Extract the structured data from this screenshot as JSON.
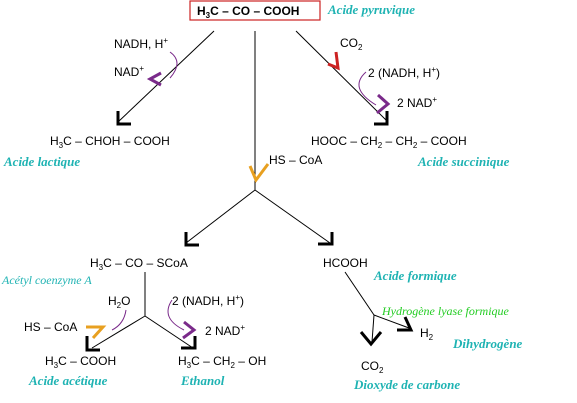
{
  "colors": {
    "name": "#1fb3b3",
    "cofactor": "#7a2a8a",
    "coa": "#e8a020",
    "enzyme": "#22cc22",
    "box": "#cc2222"
  },
  "pyruvate": {
    "formula": {
      "a": "H",
      "a_sub": "3",
      "b": "C – CO – COOH"
    },
    "name": "Acide pyruvique"
  },
  "lactic_branch": {
    "cofactor_in": {
      "text": "NADH, H",
      "sup": "+"
    },
    "cofactor_out": {
      "text": "NAD",
      "sup": "+"
    },
    "product": {
      "a": "H",
      "a_sub": "3",
      "b": "C – CHOH – COOH"
    },
    "name": "Acide lactique"
  },
  "succinic_branch": {
    "co2": {
      "text": "CO",
      "sub": "2"
    },
    "cofactor_in": {
      "text": "2 (NADH, H",
      "sup": "+",
      "end": ")"
    },
    "cofactor_out": {
      "text": "2 NAD",
      "sup": "+"
    },
    "product": {
      "p1": "HOOC – CH",
      "s1": "2",
      "p2": " – CH",
      "s2": "2",
      "p3": " – COOH"
    },
    "name": "Acide succinique"
  },
  "central": {
    "coa_in": "HS – CoA"
  },
  "acetyl_branch": {
    "product": {
      "a": "H",
      "a_sub": "3",
      "b": "C – CO – SCoA"
    },
    "name": "Acétyl coenzyme A",
    "water": {
      "text": "H",
      "sub": "2",
      "end": "O"
    },
    "coa_out": "HS – CoA",
    "acetic": {
      "a": "H",
      "a_sub": "3",
      "b": "C – COOH"
    },
    "acetic_name": "Acide acétique",
    "cofactor_in": {
      "text": "2 (NADH, H",
      "sup": "+",
      "end": ")"
    },
    "cofactor_out": {
      "text": "2 NAD",
      "sup": "+"
    },
    "ethanol": {
      "a": "H",
      "a_sub": "3",
      "b": "C – CH",
      "b_sub": "2",
      "c": " – OH"
    },
    "ethanol_name": "Ethanol"
  },
  "formic_branch": {
    "product": "HCOOH",
    "name": "Acide formique",
    "enzyme": "Hydrogène lyase formique",
    "h2": {
      "text": "H",
      "sub": "2"
    },
    "h2_name": "Dihydrogène",
    "co2": {
      "text": "CO",
      "sub": "2"
    },
    "co2_name": "Dioxyde de carbone"
  }
}
